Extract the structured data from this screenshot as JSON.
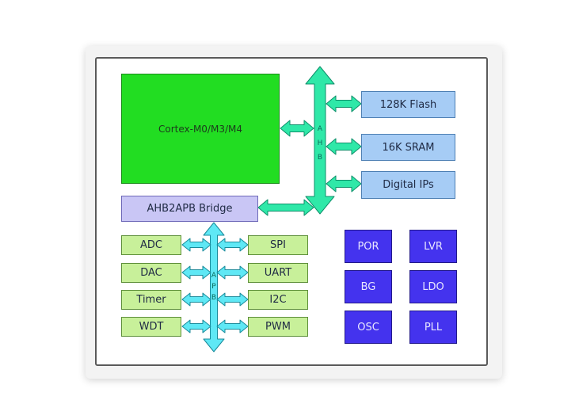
{
  "cpu": {
    "label": "Cortex-M0/M3/M4"
  },
  "ahb_bus": {
    "letters": [
      "A",
      "H",
      "B"
    ]
  },
  "apb_bus": {
    "letters": [
      "A",
      "P",
      "B"
    ]
  },
  "memory": [
    {
      "label": "128K Flash"
    },
    {
      "label": "16K SRAM"
    },
    {
      "label": "Digital IPs"
    }
  ],
  "bridge": {
    "label": "AHB2APB Bridge"
  },
  "peripherals_left": [
    {
      "label": "ADC"
    },
    {
      "label": "DAC"
    },
    {
      "label": "Timer"
    },
    {
      "label": "WDT"
    }
  ],
  "peripherals_right": [
    {
      "label": "SPI"
    },
    {
      "label": "UART"
    },
    {
      "label": "I2C"
    },
    {
      "label": "PWM"
    }
  ],
  "analog_blocks": [
    {
      "label": "POR"
    },
    {
      "label": "LVR"
    },
    {
      "label": "BG"
    },
    {
      "label": "LDO"
    },
    {
      "label": "OSC"
    },
    {
      "label": "PLL"
    }
  ],
  "colors": {
    "bus_fill": "#2fe8a8",
    "bus_stroke": "#0e8f6a",
    "apb_bus_fill": "#5fe8f5",
    "apb_bus_stroke": "#1a8a9a"
  }
}
